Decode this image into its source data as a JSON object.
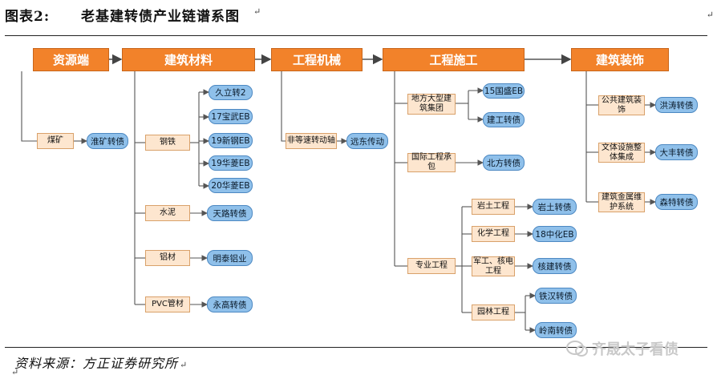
{
  "header": {
    "figure_label": "图表2:",
    "title": "老基建转债产业链谱系图",
    "para_mark": "↵"
  },
  "footer": {
    "source": "资料来源：方正证券研究所",
    "para_mark": "↵",
    "watermark": "齐晟太子看债"
  },
  "diagram": {
    "stages": [
      {
        "id": "s1",
        "label": "资源端"
      },
      {
        "id": "s2",
        "label": "建筑材料"
      },
      {
        "id": "s3",
        "label": "工程机械"
      },
      {
        "id": "s4",
        "label": "工程施工"
      },
      {
        "id": "s5",
        "label": "建筑装饰"
      }
    ],
    "categories": {
      "coal": "煤矿",
      "steel": "钢铁",
      "cement": "水泥",
      "aluminum": "铝材",
      "pvc": "PVC管材",
      "unequal": "非等速转动轴",
      "local_group": "地方大型建筑集团",
      "intl": "国际工程承包",
      "special": "专业工程",
      "geotech": "岩土工程",
      "chemical": "化学工程",
      "military": "军工、核电工程",
      "garden": "园林工程",
      "public": "公共建筑装饰",
      "culture": "文体设施整体集成",
      "metal": "建筑金属维护系统"
    },
    "companies": {
      "huaikuang": "淮矿转债",
      "jiuli": "久立转2",
      "baowu": "17宝武EB",
      "xingang": "19新钢EB",
      "hualing1": "19华菱EB",
      "hualing2": "20华菱EB",
      "tianlu": "天路转债",
      "mingtai": "明泰铝业",
      "yonggao": "永高转债",
      "yuanfang": "远东传动",
      "guosheng": "15国盛EB",
      "jiangong": "建工转债",
      "beifang": "北方转债",
      "yantu": "岩土转债",
      "zhonghua": "18中化EB",
      "hejian": "核建转债",
      "tiehan": "铁汉转债",
      "lingnan": "岭南转债",
      "hongtao": "洪涛转债",
      "dafeng": "大丰转债",
      "senta": "森特转债"
    }
  }
}
